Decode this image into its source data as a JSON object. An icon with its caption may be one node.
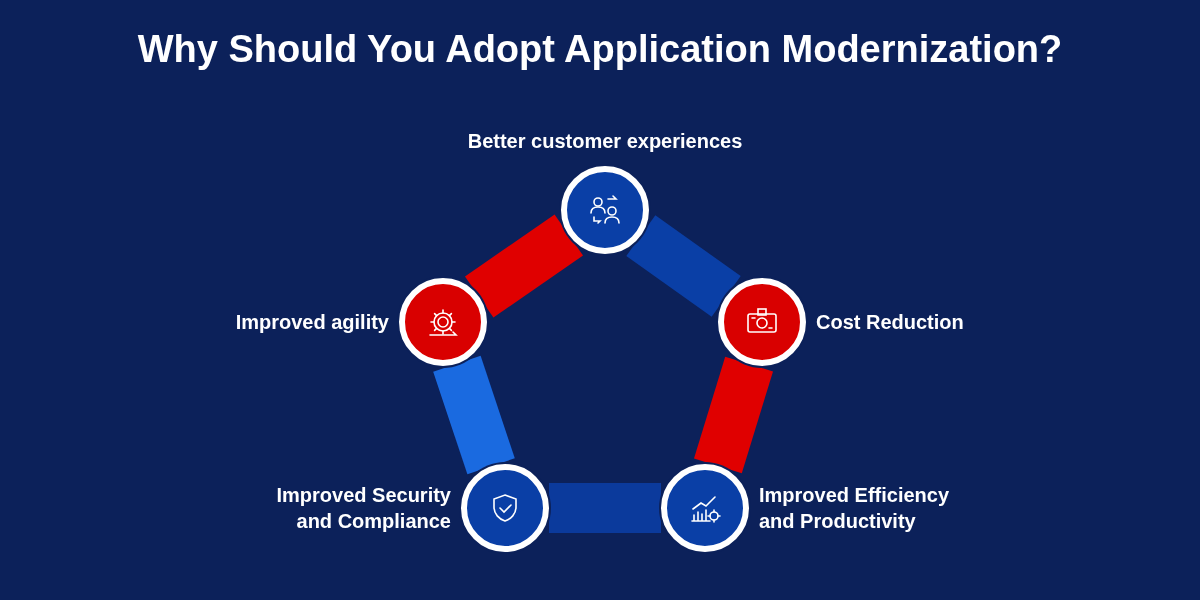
{
  "diagram": {
    "title": "Why Should You Adopt Application Modernization?",
    "nodes": [
      {
        "text": [
          "Better customer experiences"
        ]
      },
      {
        "text": [
          "Improved agility"
        ]
      },
      {
        "text": [
          "Cost Reduction"
        ]
      },
      {
        "text": [
          "Improved Security and Compliance"
        ]
      },
      {
        "text": [
          "Improved Efficiency and Productivity"
        ]
      }
    ],
    "edges": [
      {
        "from": 0,
        "to": 2,
        "arrow": "none",
        "color": "#0a3fa6"
      },
      {
        "from": 2,
        "to": 4,
        "arrow": "none",
        "color": "#e00000"
      },
      {
        "from": 4,
        "to": 3,
        "arrow": "none",
        "color": "#0b3a9c"
      },
      {
        "from": 3,
        "to": 1,
        "arrow": "none",
        "color": "#1a6ae0"
      },
      {
        "from": 1,
        "to": 0,
        "arrow": "none",
        "color": "#e00000"
      }
    ]
  }
}
